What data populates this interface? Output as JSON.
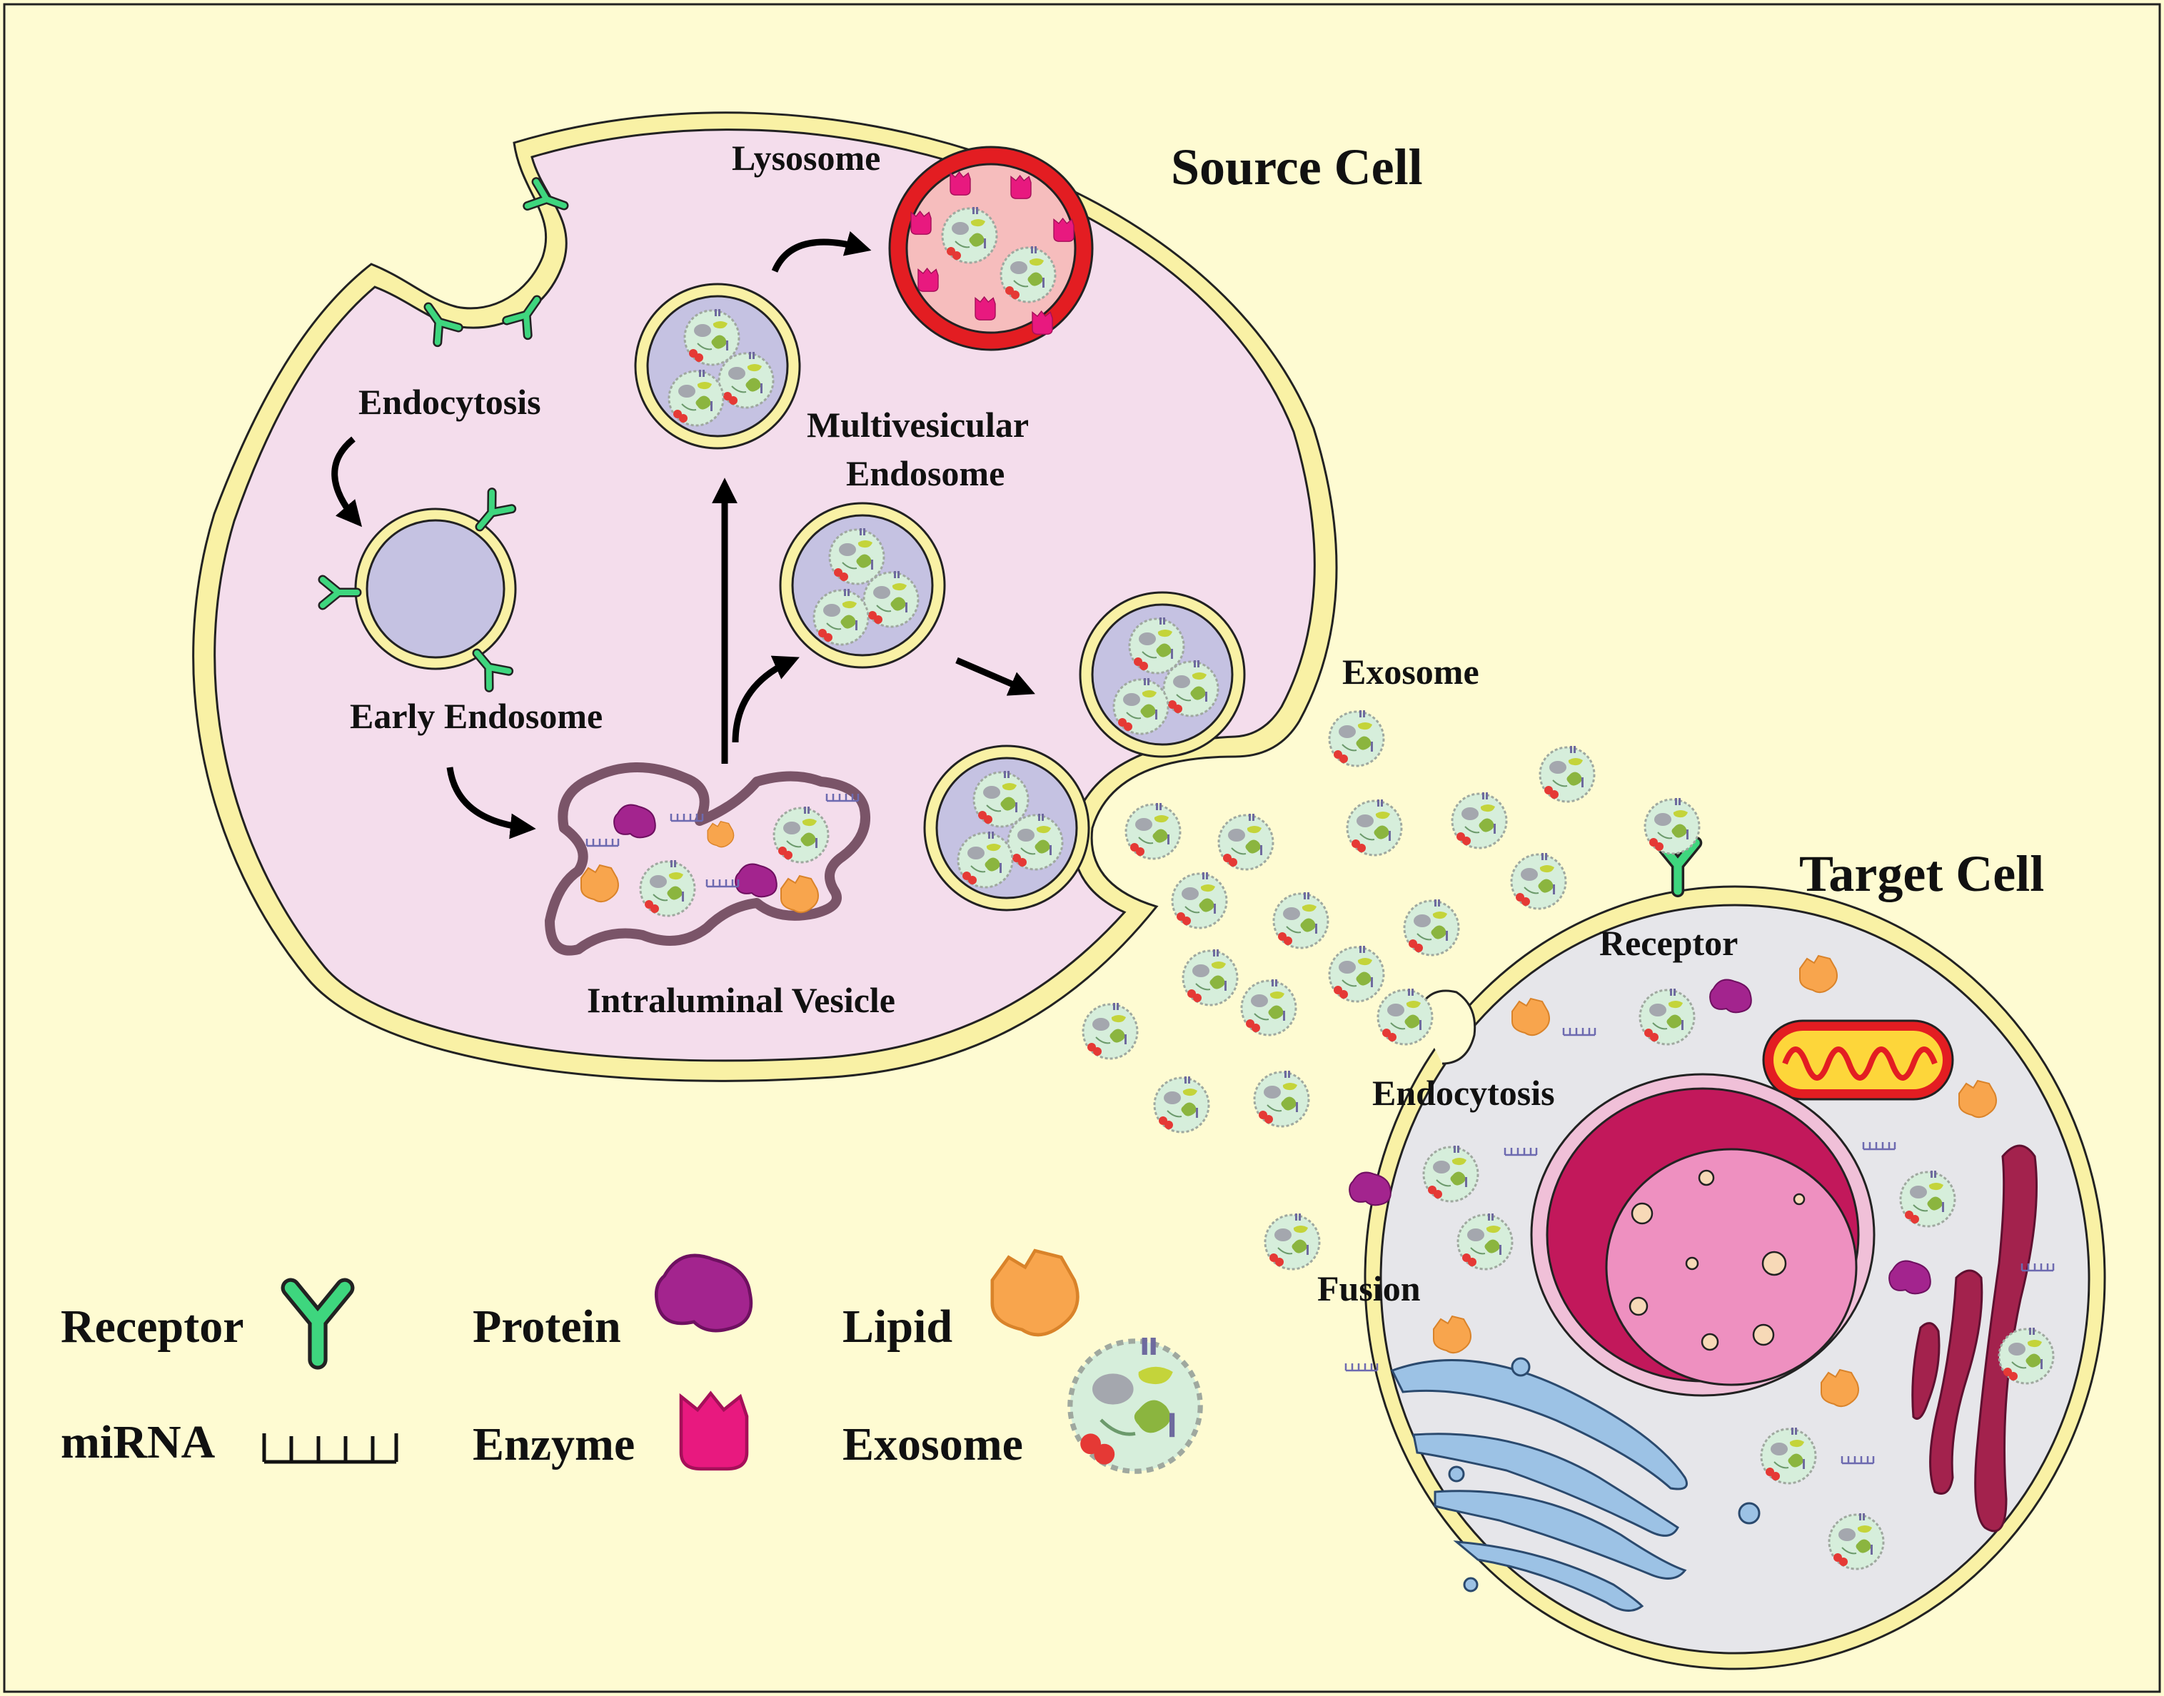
{
  "titles": {
    "source_cell": "Source Cell",
    "target_cell": "Target Cell"
  },
  "labels": {
    "lysosome": "Lysosome",
    "endocytosis_source": "Endocytosis",
    "early_endosome": "Early Endosome",
    "mve_line1": "Multivesicular",
    "mve_line2": "Endosome",
    "intraluminal_vesicle": "Intraluminal Vesicle",
    "exosome": "Exosome",
    "receptor": "Receptor",
    "endocytosis_target": "Endocytosis",
    "fusion": "Fusion"
  },
  "legend": {
    "receptor": "Receptor",
    "mirna": "miRNA",
    "protein": "Protein",
    "enzyme": "Enzyme",
    "lipid": "Lipid",
    "exosome": "Exosome"
  },
  "colors": {
    "background": "#FEFBD2",
    "membrane": "#F9F1A5",
    "source_cytoplasm": "#F4DDEC",
    "target_cytoplasm": "#E6E6EA",
    "endosome_fill": "#C5C2E2",
    "exosome_fill": "#D6EEDB",
    "receptor": "#3ED67E",
    "protein": "#A3248E",
    "enzyme": "#E8197F",
    "lipid": "#F8A54D",
    "lysosome_ring": "#E31D22",
    "nucleus": "#C2185B",
    "nucleoplasm": "#EE90C0",
    "golgi": "#9CC2E5",
    "er": "#A3224D"
  },
  "icons": [
    "receptor-icon",
    "mirna-icon",
    "protein-icon",
    "enzyme-icon",
    "lipid-icon",
    "exosome-icon",
    "arrow-icon",
    "mitochondrion-icon",
    "nucleus-icon",
    "golgi-icon",
    "endoplasmic-reticulum-icon",
    "lysosome-icon"
  ]
}
